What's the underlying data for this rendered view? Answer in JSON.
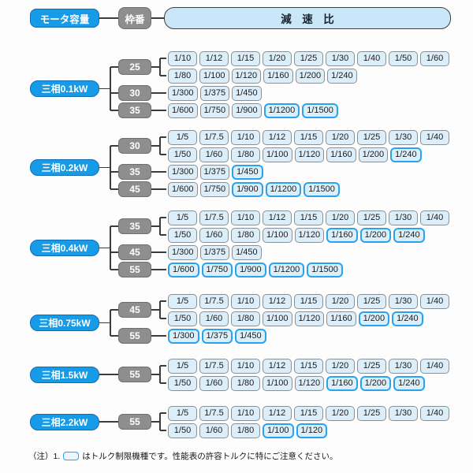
{
  "header": {
    "motor_capacity_label": "モータ容量",
    "frame_label": "枠番",
    "ratio_label": "減　速　比"
  },
  "colors": {
    "capacity_fill": "#179BE7",
    "capacity_border": "#0E6CB4",
    "frame_fill": "#8E8E8E",
    "ratio_fill": "#DCEEF9",
    "ratio_border": "#8F8F8F",
    "torque_limited_border": "#29A3EF",
    "header_ratio_fill": "#C9E7F8",
    "line_color": "#3C3C3C"
  },
  "legend_note": "ratios suffixed with * are torque-limited models (blue outline)",
  "sections": [
    {
      "capacity": "三相0.1kW",
      "frames": [
        {
          "frame": "25",
          "rows": [
            [
              "1/10",
              "1/12",
              "1/15",
              "1/20",
              "1/25",
              "1/30",
              "1/40",
              "1/50",
              "1/60"
            ],
            [
              "1/80",
              "1/100",
              "1/120",
              "1/160",
              "1/200",
              "1/240"
            ]
          ]
        },
        {
          "frame": "30",
          "rows": [
            [
              "1/300",
              "1/375",
              "1/450"
            ]
          ]
        },
        {
          "frame": "35",
          "rows": [
            [
              "1/600",
              "1/750",
              "1/900",
              "1/1200*",
              "1/1500*"
            ]
          ]
        }
      ]
    },
    {
      "capacity": "三相0.2kW",
      "frames": [
        {
          "frame": "30",
          "rows": [
            [
              "1/5",
              "1/7.5",
              "1/10",
              "1/12",
              "1/15",
              "1/20",
              "1/25",
              "1/30",
              "1/40"
            ],
            [
              "1/50",
              "1/60",
              "1/80",
              "1/100",
              "1/120",
              "1/160",
              "1/200",
              "1/240*"
            ]
          ]
        },
        {
          "frame": "35",
          "rows": [
            [
              "1/300",
              "1/375",
              "1/450*"
            ]
          ]
        },
        {
          "frame": "45",
          "rows": [
            [
              "1/600",
              "1/750",
              "1/900*",
              "1/1200*",
              "1/1500*"
            ]
          ]
        }
      ]
    },
    {
      "capacity": "三相0.4kW",
      "frames": [
        {
          "frame": "35",
          "rows": [
            [
              "1/5",
              "1/7.5",
              "1/10",
              "1/12",
              "1/15",
              "1/20",
              "1/25",
              "1/30",
              "1/40"
            ],
            [
              "1/50",
              "1/60",
              "1/80",
              "1/100",
              "1/120",
              "1/160*",
              "1/200*",
              "1/240*"
            ]
          ]
        },
        {
          "frame": "45",
          "rows": [
            [
              "1/300",
              "1/375",
              "1/450"
            ]
          ]
        },
        {
          "frame": "55",
          "rows": [
            [
              "1/600*",
              "1/750*",
              "1/900*",
              "1/1200*",
              "1/1500*"
            ]
          ]
        }
      ]
    },
    {
      "capacity": "三相0.75kW",
      "frames": [
        {
          "frame": "45",
          "rows": [
            [
              "1/5",
              "1/7.5",
              "1/10",
              "1/12",
              "1/15",
              "1/20",
              "1/25",
              "1/30",
              "1/40"
            ],
            [
              "1/50",
              "1/60",
              "1/80",
              "1/100",
              "1/120",
              "1/160",
              "1/200*",
              "1/240*"
            ]
          ]
        },
        {
          "frame": "55",
          "rows": [
            [
              "1/300*",
              "1/375*",
              "1/450*"
            ]
          ]
        }
      ]
    },
    {
      "capacity": "三相1.5kW",
      "frames": [
        {
          "frame": "55",
          "rows": [
            [
              "1/5",
              "1/7.5",
              "1/10",
              "1/12",
              "1/15",
              "1/20",
              "1/25",
              "1/30",
              "1/40"
            ],
            [
              "1/50",
              "1/60",
              "1/80",
              "1/100",
              "1/120",
              "1/160*",
              "1/200*",
              "1/240*"
            ]
          ]
        }
      ]
    },
    {
      "capacity": "三相2.2kW",
      "frames": [
        {
          "frame": "55",
          "rows": [
            [
              "1/5",
              "1/7.5",
              "1/10",
              "1/12",
              "1/15",
              "1/20",
              "1/25",
              "1/30",
              "1/40"
            ],
            [
              "1/50",
              "1/60",
              "1/80",
              "1/100*",
              "1/120*"
            ]
          ]
        }
      ]
    }
  ],
  "footnote": {
    "prefix": "（注）1.",
    "text": "はトルク制限機種です。性能表の許容トルクに特にご注意ください。"
  }
}
